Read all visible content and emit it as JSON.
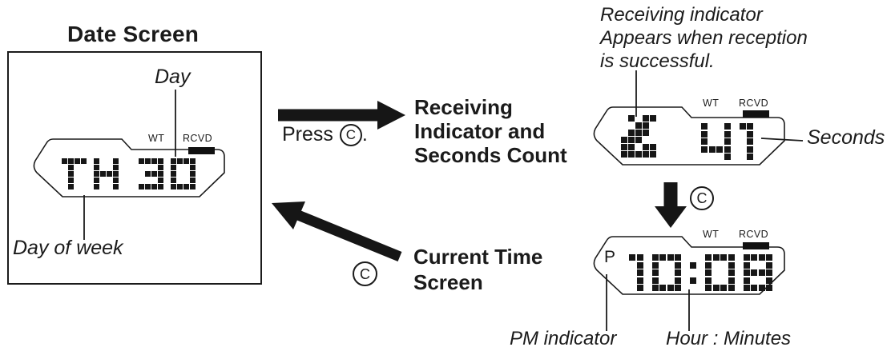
{
  "colors": {
    "ink": "#1b1b1b",
    "paper": "#ffffff",
    "lcd_bar": "#111111"
  },
  "date_screen": {
    "title": "Date Screen",
    "day_callout": "Day",
    "day_of_week_callout": "Day of week",
    "lcd": {
      "wt_label": "WT",
      "rcvd_label": "RCVD",
      "display": "TH 30"
    }
  },
  "press_c_transition": {
    "press_text": "Press",
    "button_label": "C",
    "period": "."
  },
  "receiving_screen": {
    "heading": "Receiving\nIndicator and\nSeconds Count",
    "caption": "Receiving indicator\nAppears when reception\nis successful.",
    "seconds_callout": "Seconds",
    "lcd": {
      "wt_label": "WT",
      "rcvd_label": "RCVD",
      "display": "41",
      "icon": "receiving-indicator"
    }
  },
  "c_down_transition": {
    "button_label": "C"
  },
  "current_time_screen": {
    "heading": "Current Time\nScreen",
    "c_button_label": "C",
    "pm_callout": "PM indicator",
    "hour_minutes_callout": "Hour : Minutes",
    "lcd": {
      "wt_label": "WT",
      "rcvd_label": "RCVD",
      "pm_indicator": "P",
      "display": "10:08"
    }
  }
}
